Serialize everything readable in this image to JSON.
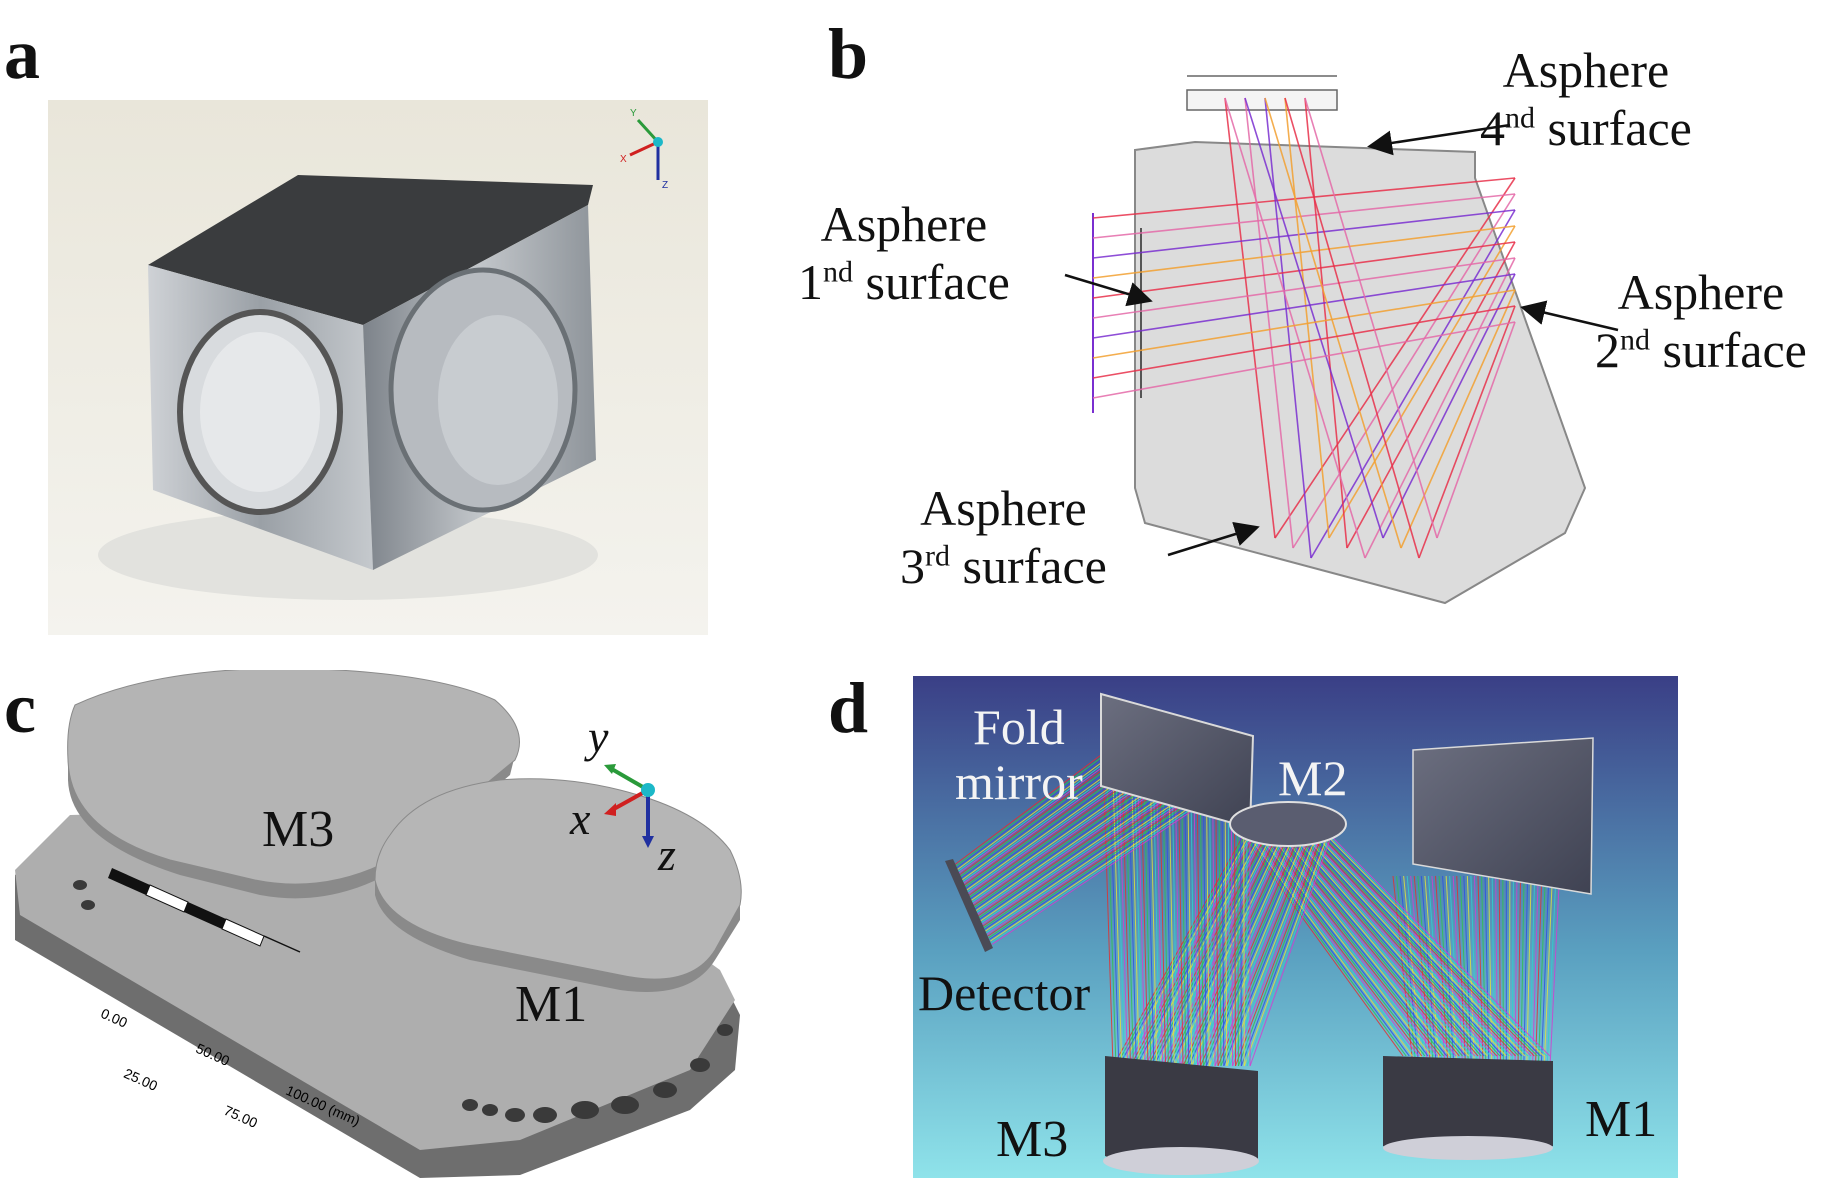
{
  "panels": {
    "a": {
      "letter": "a"
    },
    "b": {
      "letter": "b",
      "labels": [
        {
          "line1": "Asphere",
          "num": "4",
          "sup": "nd",
          "rest": "surface"
        },
        {
          "line1": "Asphere",
          "num": "1",
          "sup": "nd",
          "rest": "surface"
        },
        {
          "line1": "Asphere",
          "num": "2",
          "sup": "nd",
          "rest": "surface"
        },
        {
          "line1": "Asphere",
          "num": "3",
          "sup": "rd",
          "rest": "surface"
        }
      ]
    },
    "c": {
      "letter": "c",
      "mirror_labels": [
        "M3",
        "M1"
      ],
      "axes": {
        "y": "y",
        "x": "x",
        "z": "z"
      },
      "scale_ticks": [
        "0.00",
        "25.00",
        "50.00",
        "75.00",
        "100.00 (mm)"
      ]
    },
    "d": {
      "letter": "d",
      "fold_line1": "Fold",
      "fold_line2": "mirror",
      "m2": "M2",
      "detector": "Detector",
      "m3": "M3",
      "m1": "M1"
    }
  },
  "photo_axes": {
    "y": "Y",
    "x": "X",
    "z": "Z"
  },
  "colors": {
    "ray_red": "#e8304a",
    "ray_pink": "#e46aa8",
    "ray_purple": "#7a2fd0",
    "ray_orange": "#f2a030",
    "bg_d_top": "#3a3f86",
    "bg_d_bottom": "#8fe3ea"
  }
}
